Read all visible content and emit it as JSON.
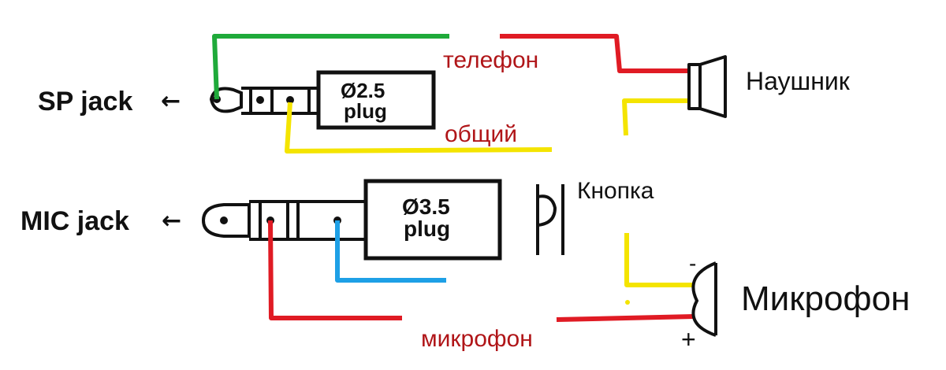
{
  "colors": {
    "green": "#1faa3a",
    "red": "#e01b24",
    "yellow": "#f4e400",
    "blue": "#1ea0e6",
    "black": "#111111",
    "darkred": "#b01518"
  },
  "labels": {
    "sp_jack": "SP jack",
    "sp_arrow": "←",
    "sp_plug_line1": "Ø2.5",
    "sp_plug_line2": "plug",
    "mic_jack": "MIC jack",
    "mic_arrow": "←",
    "mic_plug_line1": "Ø3.5",
    "mic_plug_line2": "plug",
    "telefon": "телефон",
    "obshchiy": "общий",
    "naushnik": "Наушник",
    "knopka": "Кнопка",
    "mikrofon_big": "Микрофон",
    "mikrofon_wire": "микрофон",
    "minus": "-",
    "plus": "+"
  },
  "icons": {
    "speaker": "speaker-icon",
    "microphone": "microphone-icon",
    "button": "push-button-icon"
  }
}
